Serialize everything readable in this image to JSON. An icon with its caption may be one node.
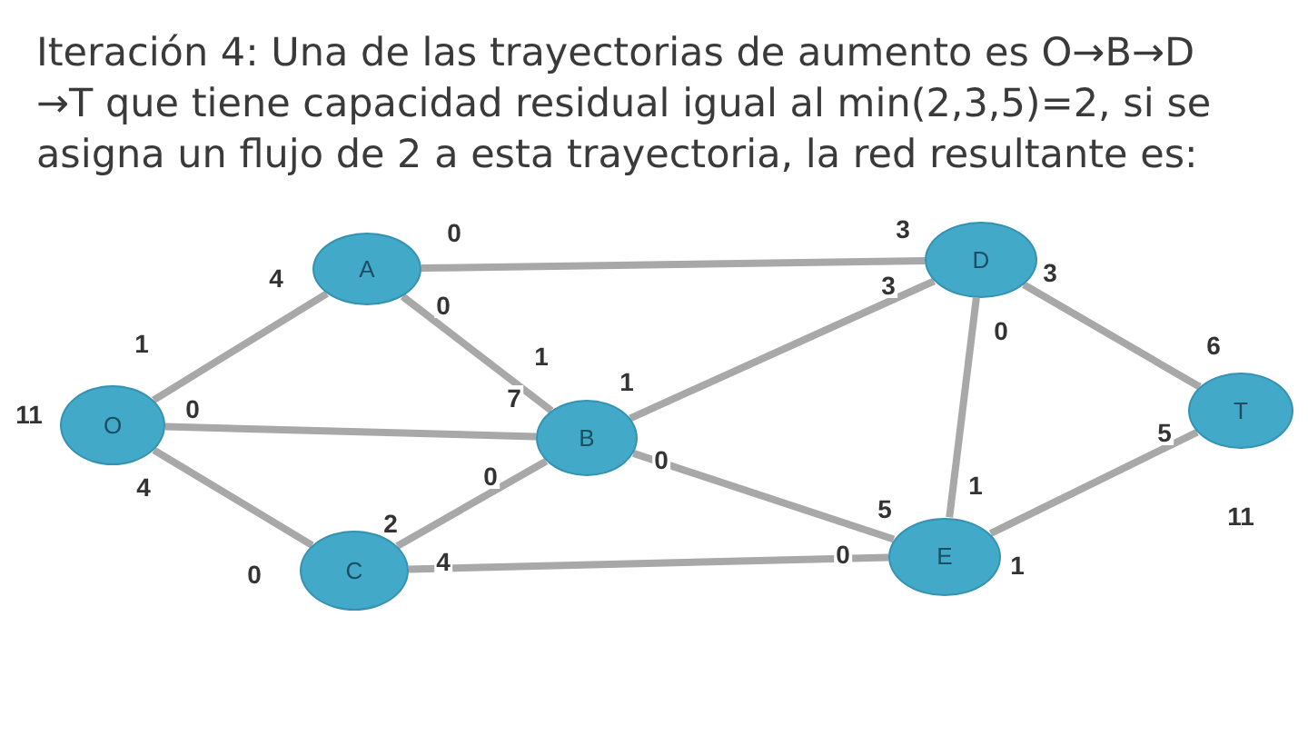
{
  "diagram": {
    "title": "Iteración 4: Una de las trayectorias de aumento es O→B→D →T que tiene capacidad residual igual al min(2,3,5)=2, si se asigna un flujo de 2 a esta trayectoria, la red resultante es:",
    "nodes": [
      {
        "text": [
          "A"
        ]
      },
      {
        "text": [
          "D"
        ]
      },
      {
        "text": [
          "O"
        ],
        "beside": [
          "11"
        ]
      },
      {
        "text": [
          "B"
        ]
      },
      {
        "text": [
          "T"
        ],
        "beside": [
          "11"
        ]
      },
      {
        "text": [
          "C"
        ]
      },
      {
        "text": [
          "E"
        ]
      }
    ],
    "edges": [
      {
        "from": 2,
        "to": 0,
        "arrow": "none"
      },
      {
        "from": 2,
        "to": 3,
        "arrow": "none"
      },
      {
        "from": 2,
        "to": 5,
        "arrow": "none"
      },
      {
        "from": 0,
        "to": 1,
        "arrow": "none"
      },
      {
        "from": 0,
        "to": 3,
        "arrow": "none"
      },
      {
        "from": 3,
        "to": 1,
        "arrow": "none"
      },
      {
        "from": 3,
        "to": 5,
        "arrow": "none"
      },
      {
        "from": 3,
        "to": 6,
        "arrow": "none"
      },
      {
        "from": 5,
        "to": 6,
        "arrow": "none"
      },
      {
        "from": 1,
        "to": 6,
        "arrow": "none"
      },
      {
        "from": 1,
        "to": 4,
        "arrow": "none"
      },
      {
        "from": 6,
        "to": 4,
        "arrow": "none"
      }
    ],
    "labels": [
      "0",
      "3",
      "4",
      "3",
      "3",
      "0",
      "0",
      "1",
      "6",
      "1",
      "1",
      "7",
      "0",
      "5",
      "0",
      "0",
      "1",
      "4",
      "5",
      "2",
      "0",
      "4",
      "1",
      "0"
    ]
  }
}
